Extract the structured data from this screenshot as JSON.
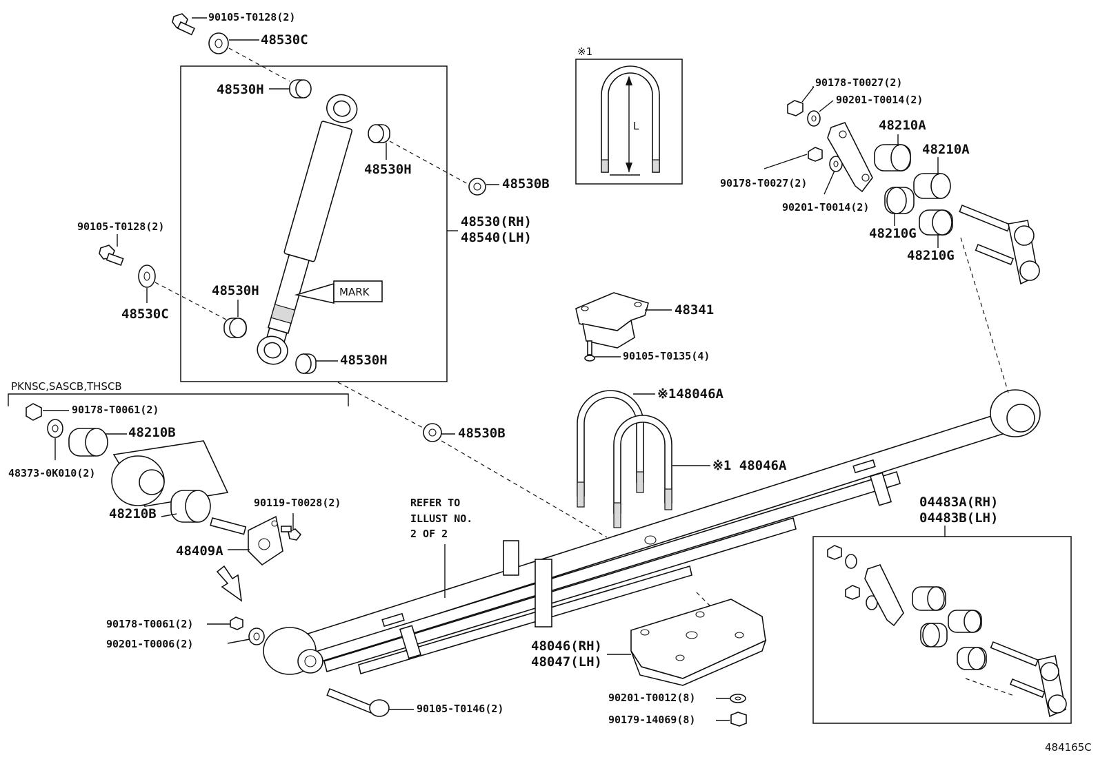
{
  "diagram_id": "484165C",
  "note_mark": "※1",
  "variant_note": "PKNSC,SASCB,THSCB",
  "refer_note": [
    "REFER TO",
    "ILLUST NO.",
    "2 OF 2"
  ],
  "mark_label": "MARK",
  "dimension_label": "L",
  "parts": {
    "bolt_top_shock": "90105-T0128(2)",
    "washer_top_shock": "48530C",
    "bushing_upper_l": "48530H",
    "bushing_upper_r": "48530H",
    "washer_upper_r": "48530B",
    "shock_rh": "48530(RH)",
    "shock_lh": "48540(LH)",
    "bolt_mid_shock": "90105-T0128(2)",
    "washer_mid_shock": "48530C",
    "bushing_lower_l": "48530H",
    "bushing_lower_r": "48530H",
    "washer_lower": "48530B",
    "nut_front": "90178-T0061(2)",
    "washer_front": "48373-0K010(2)",
    "bushing_front_a": "48210B",
    "bushing_front_b": "48210B",
    "bolt_front_bracket": "90119-T0028(2)",
    "front_bracket": "48409A",
    "nut_eye": "90178-T0061(2)",
    "washer_eye": "90201-T0006(2)",
    "bolt_eye": "90105-T0146(2)",
    "bumper": "48341",
    "bolt_bumper": "90105-T0135(4)",
    "ubolt_a": "※148046A",
    "ubolt_b": "※1 48046A",
    "seat_rh": "48046(RH)",
    "seat_lh": "48047(LH)",
    "washer_seat": "90201-T0012(8)",
    "nut_seat": "90179-14069(8)",
    "shackle_nut_a": "90178-T0027(2)",
    "shackle_washer_a": "90201-T0014(2)",
    "shackle_nut_b": "90178-T0027(2)",
    "shackle_washer_b": "90201-T0014(2)",
    "shackle_bush_a1": "48210A",
    "shackle_bush_a2": "48210A",
    "shackle_bush_g1": "48210G",
    "shackle_bush_g2": "48210G",
    "shackle_kit_rh": "04483A(RH)",
    "shackle_kit_lh": "04483B(LH)"
  }
}
